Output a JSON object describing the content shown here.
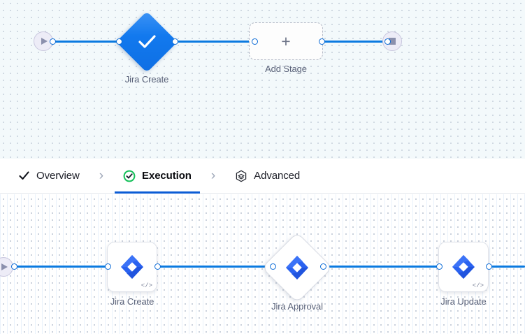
{
  "tabs": {
    "items": [
      {
        "label": "Overview",
        "icon": "check-icon",
        "active": false
      },
      {
        "label": "Execution",
        "icon": "green-check-circle-icon",
        "active": true
      },
      {
        "label": "Advanced",
        "icon": "hexagon-layers-icon",
        "active": false
      }
    ],
    "separator": "›",
    "active_underline_color": "#0b5cd5",
    "active_icon_color": "#15c05a"
  },
  "top_canvas": {
    "background_color": "#f3f9fb",
    "start_node": {
      "name": "start",
      "icon": "play-icon"
    },
    "end_node": {
      "name": "stop",
      "icon": "stop-icon"
    },
    "nodes": [
      {
        "id": "jira-create-top",
        "label": "Jira Create",
        "type": "diamond-completed",
        "icon": "check-icon",
        "color": "#1279ee"
      },
      {
        "id": "add-stage",
        "label": "Add Stage",
        "type": "dashed-placeholder",
        "icon": "plus-icon"
      }
    ]
  },
  "bottom_canvas": {
    "background_color": "#ffffff",
    "start_node": {
      "name": "start",
      "icon": "play-icon"
    },
    "nodes": [
      {
        "id": "jira-create",
        "label": "Jira Create",
        "type": "card",
        "icon": "jira-icon",
        "badge": "</>"
      },
      {
        "id": "jira-approval",
        "label": "Jira Approval",
        "type": "diamond",
        "icon": "jira-icon",
        "badge": ""
      },
      {
        "id": "jira-update",
        "label": "Jira Update",
        "type": "card",
        "icon": "jira-icon",
        "badge": "</>"
      }
    ]
  },
  "colors": {
    "edge": "#0b7ae0",
    "port_stroke": "#0b6bd6",
    "jira_blue": "#2a62f0",
    "label_text": "#5a6279"
  }
}
